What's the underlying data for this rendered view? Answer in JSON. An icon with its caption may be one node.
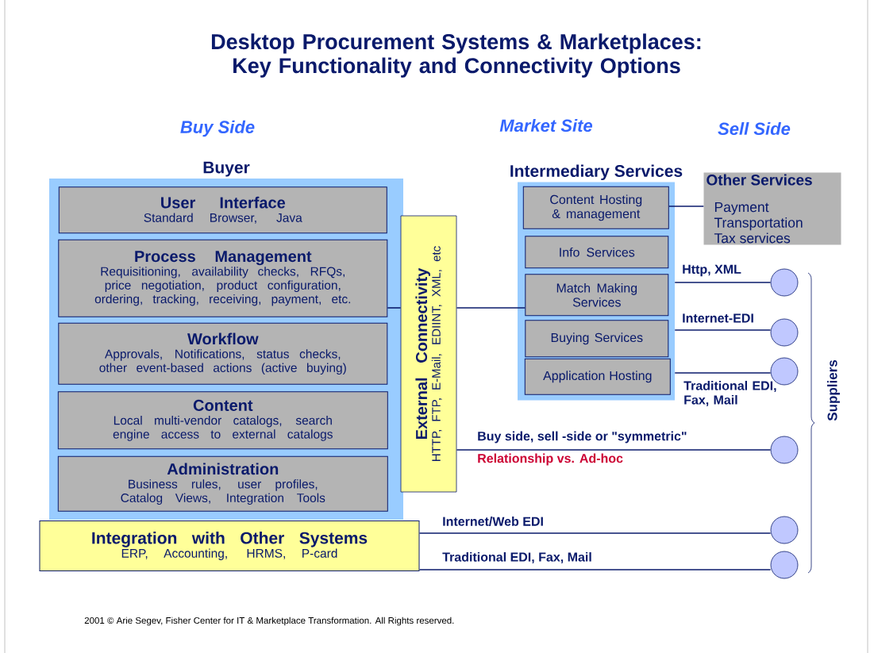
{
  "diagram": {
    "title": "Desktop Procurement Systems & Marketplaces: Key Functionality and Connectivity Options",
    "nodes": [
      {
        "text": [
          "Buyer"
        ]
      },
      {
        "text": [
          "User Interface",
          "Standard Browser, Java"
        ],
        "in": 0
      },
      {
        "text": [
          "Process Management",
          "Requisitioning, availability checks, RFQs, price negotiation, product configuration, ordering, tracking, receiving, payment, etc."
        ],
        "in": 0
      },
      {
        "text": [
          "Workflow",
          "Approvals, Notifications, status checks, other event-based actions (active buying)"
        ],
        "in": 0
      },
      {
        "text": [
          "Content",
          "Local multi-vendor catalogs, search engine access to external catalogs"
        ],
        "in": 0
      },
      {
        "text": [
          "Administration",
          "Business rules, user profiles, Catalog Views, Integration Tools"
        ],
        "in": 0
      },
      {
        "text": [
          "Integration with Other Systems",
          "ERP, Accounting, HRMS, P-card"
        ]
      },
      {
        "text": [
          "External Connectivity",
          "HTTP, FTP, E-Mail, EDIINT, XML, etc"
        ]
      },
      {
        "text": [
          "Intermediary Services"
        ]
      },
      {
        "text": [
          "Content Hosting & management"
        ],
        "in": 8
      },
      {
        "text": [
          "Info Services"
        ],
        "in": 8
      },
      {
        "text": [
          "Match Making Services"
        ],
        "in": 8
      },
      {
        "text": [
          "Buying Services"
        ],
        "in": 8
      },
      {
        "text": [
          "Application Hosting"
        ],
        "in": 8
      },
      {
        "text": [
          "Other Services",
          "Payment Transportation Tax services"
        ]
      },
      {
        "text": [],
        "shape": "circle"
      },
      {
        "text": [],
        "shape": "circle"
      },
      {
        "text": [],
        "shape": "circle"
      },
      {
        "text": [],
        "shape": "circle"
      },
      {
        "text": [],
        "shape": "circle"
      },
      {
        "text": [],
        "shape": "circle"
      }
    ],
    "edges": [
      {
        "from": 2,
        "to": 7,
        "arrow": "none"
      },
      {
        "from": 7,
        "to": 11,
        "arrow": "none"
      },
      {
        "from": 9,
        "to": 14,
        "arrow": "none"
      },
      {
        "from": 8,
        "to": 15,
        "arrow": "none",
        "label": "Http, XML"
      },
      {
        "from": 8,
        "to": 16,
        "arrow": "none",
        "label": "Internet-EDI"
      },
      {
        "from": 8,
        "to": 17,
        "arrow": "none",
        "label": "Traditional EDI, Fax, Mail"
      },
      {
        "from": 7,
        "to": 18,
        "arrow": "none",
        "label": "Buy side, sell -side or \"symmetric\""
      },
      {
        "from": 6,
        "to": 19,
        "arrow": "none",
        "label": "Internet/Web  EDI"
      },
      {
        "from": 6,
        "to": 20,
        "arrow": "none",
        "label": "Traditional EDI, Fax, Mail"
      }
    ],
    "labels": [
      "Buy Side",
      "Market Site",
      "Sell Side",
      "Relationship vs.  Ad-hoc",
      "Suppliers",
      "2001 © Arie Segev, Fisher Center for IT & Marketplace Transformation. All Rights reserved."
    ]
  }
}
